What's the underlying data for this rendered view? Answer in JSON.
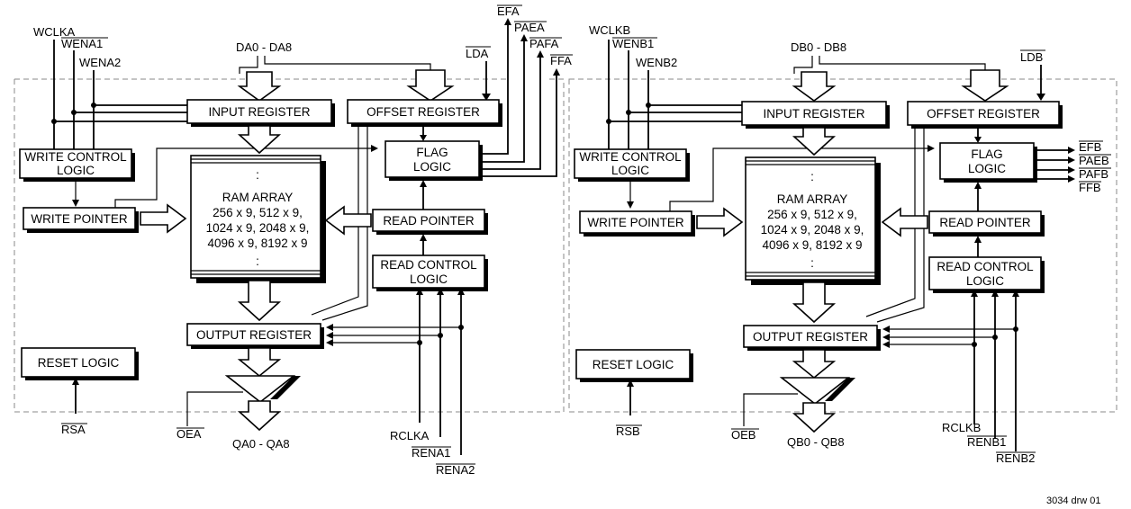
{
  "fifo_a": {
    "wclk": "WCLKA",
    "wen1": "WENA1",
    "wen2": "WENA2",
    "data_in": "DA0 - DA8",
    "ld": "LDA",
    "ef": "EFA",
    "pae": "PAEA",
    "paf": "PAFA",
    "ff": "FFA",
    "input_register": "INPUT REGISTER",
    "offset_register": "OFFSET REGISTER",
    "write_control_l1": "WRITE CONTROL",
    "write_control_l2": "LOGIC",
    "flag_logic_l1": "FLAG",
    "flag_logic_l2": "LOGIC",
    "write_pointer": "WRITE POINTER",
    "read_pointer": "READ POINTER",
    "read_control_l1": "READ CONTROL",
    "read_control_l2": "LOGIC",
    "ram_title": "RAM ARRAY",
    "ram_line1": "256 x 9, 512 x 9,",
    "ram_line2": "1024 x 9, 2048 x 9,",
    "ram_line3": "4096 x 9, 8192 x 9",
    "ellipsis": ":",
    "output_register": "OUTPUT REGISTER",
    "reset_logic": "RESET LOGIC",
    "rs": "RSA",
    "oe": "OEA",
    "data_out": "QA0 - QA8",
    "rclk": "RCLKA",
    "ren1": "RENA1",
    "ren2": "RENA2"
  },
  "fifo_b": {
    "wclk": "WCLKB",
    "wen1": "WENB1",
    "wen2": "WENB2",
    "data_in": "DB0 - DB8",
    "ld": "LDB",
    "ef": "EFB",
    "pae": "PAEB",
    "paf": "PAFB",
    "ff": "FFB",
    "input_register": "INPUT REGISTER",
    "offset_register": "OFFSET REGISTER",
    "write_control_l1": "WRITE CONTROL",
    "write_control_l2": "LOGIC",
    "flag_logic_l1": "FLAG",
    "flag_logic_l2": "LOGIC",
    "write_pointer": "WRITE POINTER",
    "read_pointer": "READ POINTER",
    "read_control_l1": "READ CONTROL",
    "read_control_l2": "LOGIC",
    "ram_title": "RAM ARRAY",
    "ram_line1": "256 x 9, 512 x 9,",
    "ram_line2": "1024 x 9, 2048 x 9,",
    "ram_line3": "4096 x 9, 8192 x 9",
    "ellipsis": ":",
    "output_register": "OUTPUT REGISTER",
    "reset_logic": "RESET LOGIC",
    "rs": "RSB",
    "oe": "OEB",
    "data_out": "QB0 - QB8",
    "rclk": "RCLKB",
    "ren1": "RENB1",
    "ren2": "RENB2"
  },
  "drawing_number": "3034 drw 01"
}
